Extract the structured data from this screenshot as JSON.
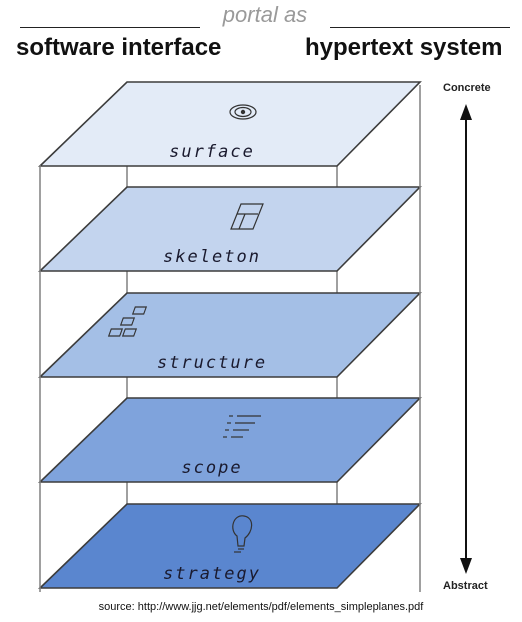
{
  "header": {
    "portal_text": "portal as",
    "left_title": "software interface",
    "right_title": "hypertext system"
  },
  "axis": {
    "top_label": "Concrete",
    "bottom_label": "Abstract"
  },
  "planes": [
    {
      "label": "surface",
      "icon": "eye-icon",
      "fill": "#e3ebf7"
    },
    {
      "label": "skeleton",
      "icon": "wireframe-icon",
      "fill": "#c3d4ee"
    },
    {
      "label": "structure",
      "icon": "flowchart-icon",
      "fill": "#a4bfe6"
    },
    {
      "label": "scope",
      "icon": "list-icon",
      "fill": "#7fa3dc"
    },
    {
      "label": "strategy",
      "icon": "lightbulb-icon",
      "fill": "#5a86cf"
    }
  ],
  "source": "source: http://www.jjg.net/elements/pdf/elements_simpleplanes.pdf"
}
